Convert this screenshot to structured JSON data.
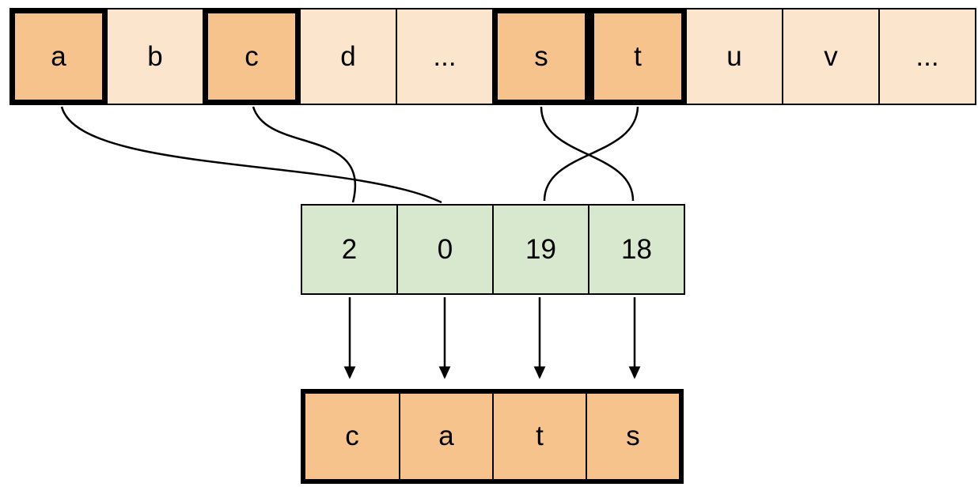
{
  "alphabet": {
    "cells": [
      {
        "label": "a",
        "highlighted": true
      },
      {
        "label": "b",
        "highlighted": false
      },
      {
        "label": "c",
        "highlighted": true
      },
      {
        "label": "d",
        "highlighted": false
      },
      {
        "label": "...",
        "highlighted": false
      },
      {
        "label": "s",
        "highlighted": true
      },
      {
        "label": "t",
        "highlighted": true
      },
      {
        "label": "u",
        "highlighted": false
      },
      {
        "label": "v",
        "highlighted": false
      },
      {
        "label": "...",
        "highlighted": false
      }
    ]
  },
  "indices": {
    "cells": [
      "2",
      "0",
      "19",
      "18"
    ]
  },
  "word": {
    "cells": [
      "c",
      "a",
      "t",
      "s"
    ]
  },
  "colors": {
    "cell_light": "#FBE5CC",
    "cell_highlight": "#F5C38B",
    "cell_index": "#D8E8CF",
    "border": "#000000",
    "background": "#FFFFFF"
  }
}
